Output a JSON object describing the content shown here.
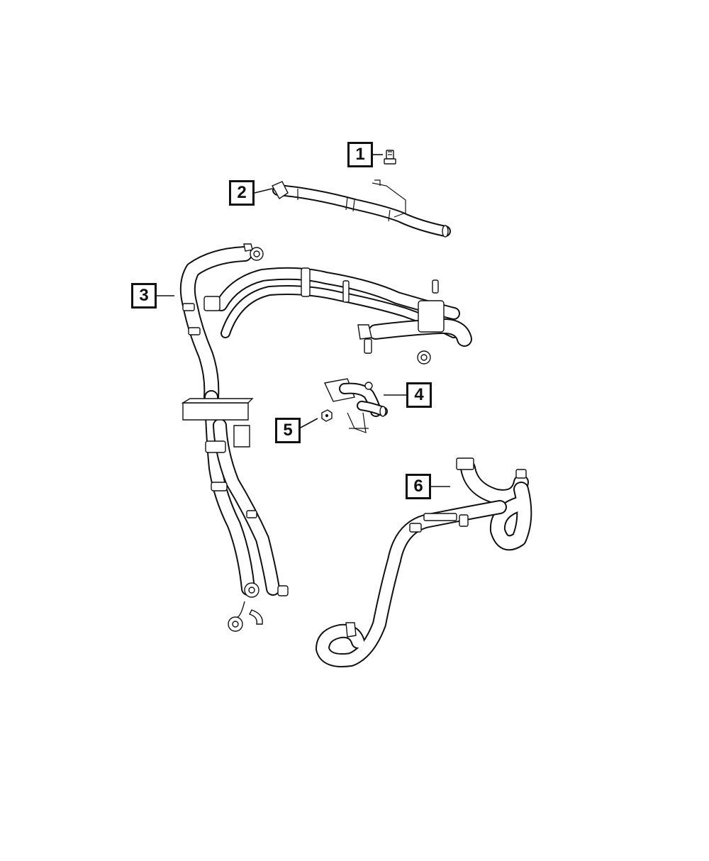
{
  "diagram": {
    "callouts": [
      {
        "id": "callout-1",
        "label": "1"
      },
      {
        "id": "callout-2",
        "label": "2"
      },
      {
        "id": "callout-3",
        "label": "3"
      },
      {
        "id": "callout-4",
        "label": "4"
      },
      {
        "id": "callout-5",
        "label": "5"
      },
      {
        "id": "callout-6",
        "label": "6"
      }
    ],
    "parts": [
      {
        "callout": "1",
        "kind": "bolt"
      },
      {
        "callout": "2",
        "kind": "hose-with-bracket"
      },
      {
        "callout": "3",
        "kind": "hose-assembly"
      },
      {
        "callout": "4",
        "kind": "coolant-fitting"
      },
      {
        "callout": "5",
        "kind": "nut"
      },
      {
        "callout": "6",
        "kind": "hose"
      }
    ],
    "colors": {
      "line": "#111111",
      "background": "#ffffff"
    }
  }
}
